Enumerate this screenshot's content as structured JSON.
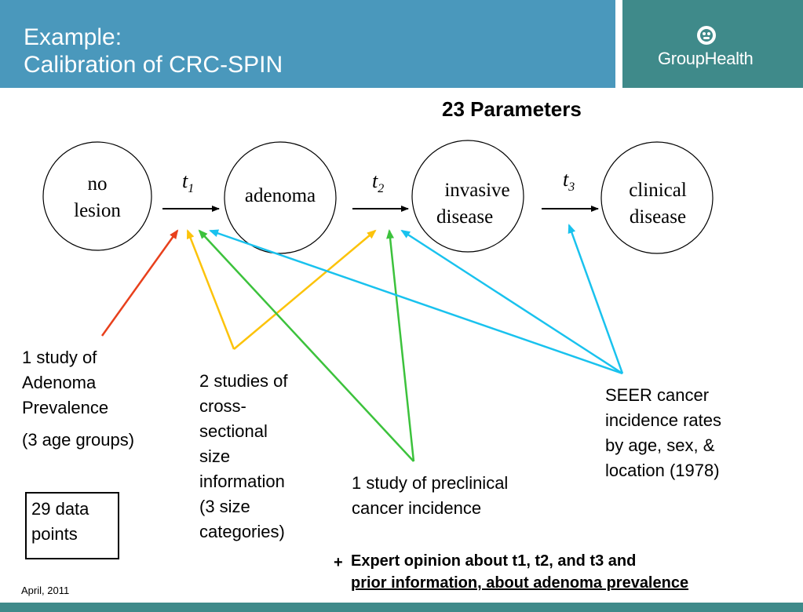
{
  "header": {
    "title_line1": "Example:",
    "title_line2": "Calibration of CRC-SPIN",
    "logo_name": "GroupHealth",
    "band_color": "#4a98bc",
    "logo_band_color": "#3f8a8a"
  },
  "heading": "23 Parameters",
  "states": [
    {
      "line1": "no",
      "line2": "lesion"
    },
    {
      "line1": "adenoma",
      "line2": ""
    },
    {
      "line1": "invasive",
      "line2": "disease"
    },
    {
      "line1": "clinical",
      "line2": "disease"
    }
  ],
  "transitions": [
    {
      "base": "t",
      "sub": "1"
    },
    {
      "base": "t",
      "sub": "2"
    },
    {
      "base": "t",
      "sub": "3"
    }
  ],
  "sources": {
    "adenoma_prevalence": {
      "lines": [
        "1 study of",
        "Adenoma",
        "Prevalence"
      ],
      "note": "(3 age groups)",
      "arrow_color": "#e8401c"
    },
    "cross_sectional": {
      "lines": [
        "2 studies of",
        "cross-",
        "sectional",
        "size",
        "information",
        "(3 size",
        "categories)"
      ],
      "arrow_color": "#fcc30b"
    },
    "preclinical": {
      "lines": [
        "1 study of preclinical",
        "cancer incidence"
      ],
      "arrow_color": "#3cc23c"
    },
    "seer": {
      "lines": [
        "SEER cancer",
        "incidence rates",
        "by age, sex, &",
        "location (1978)"
      ],
      "arrow_color": "#19c2ee"
    }
  },
  "data_points_box": {
    "line1": "29 data",
    "line2": "points"
  },
  "expert": {
    "plus": "+",
    "line1": "Expert opinion about t1, t2, and t3 and",
    "line2": "prior information, about adenoma prevalence"
  },
  "footer": {
    "date": "April, 2011",
    "band_color": "#3f8a8a"
  }
}
